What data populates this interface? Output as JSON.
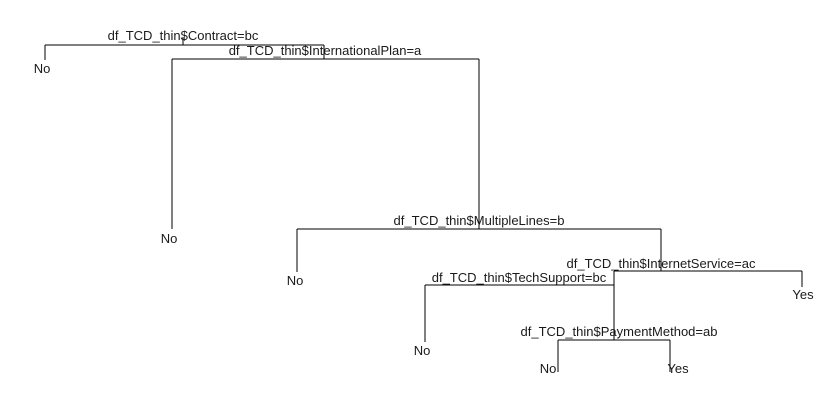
{
  "tree": {
    "splits": [
      "df_TCD_thin$Contract=bc",
      "df_TCD_thin$InternationalPlan=a",
      "df_TCD_thin$MultipleLines=b",
      "df_TCD_thin$InternetService=ac",
      "df_TCD_thin$TechSupport=bc",
      "df_TCD_thin$PaymentMethod=ab"
    ],
    "leaves": [
      "No",
      "No",
      "No",
      "Yes",
      "No",
      "No",
      "Yes"
    ]
  }
}
